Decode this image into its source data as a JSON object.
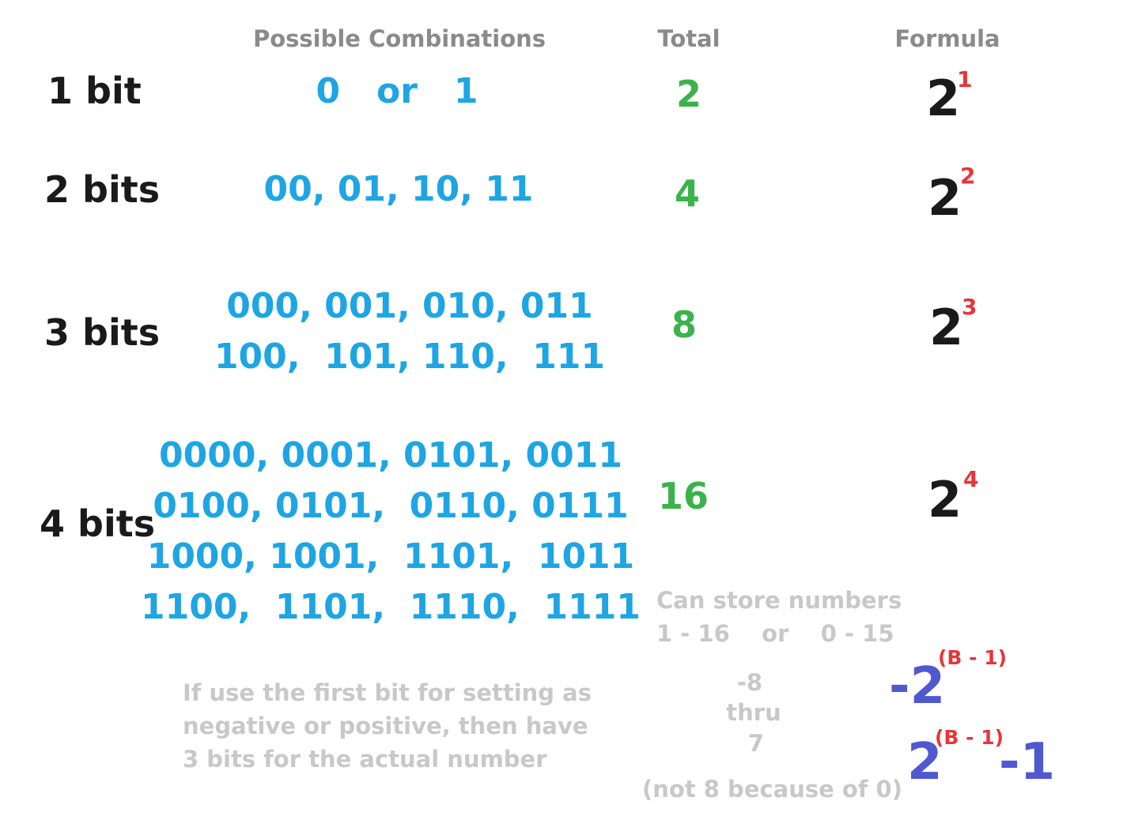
{
  "headers": {
    "combinations": "Possible Combinations",
    "total": "Total",
    "formula": "Formula"
  },
  "rows": [
    {
      "label": "1 bit",
      "combo_lines": [
        "0   or   1"
      ],
      "total": "2",
      "base": "2",
      "exponent": "1"
    },
    {
      "label": "2 bits",
      "combo_lines": [
        "00, 01, 10, 11"
      ],
      "total": "4",
      "base": "2",
      "exponent": "2"
    },
    {
      "label": "3 bits",
      "combo_lines": [
        "000, 001, 010, 011",
        "100,  101, 110,  111"
      ],
      "total": "8",
      "base": "2",
      "exponent": "3"
    },
    {
      "label": "4 bits",
      "combo_lines": [
        "0000, 0001, 0101, 0011",
        "0100, 0101,  0110, 0111",
        "1000, 1001,  1101,  1011",
        "1100,  1101,  1110,  1111"
      ],
      "total": "16",
      "base": "2",
      "exponent": "4"
    }
  ],
  "notes": {
    "store_line1": "Can store numbers",
    "store_line2": "1 - 16    or    0 - 15",
    "sign_note": [
      "If use the first bit for setting as",
      "negative or positive, then have",
      "3 bits for the actual number"
    ],
    "range_lines": [
      "-8",
      "thru",
      "7"
    ],
    "not_eight": "(not 8 because of 0)"
  },
  "signed_formulas": {
    "min_base": "-2",
    "min_exponent": "(B - 1)",
    "max_base": "2",
    "max_exponent": "(B - 1)",
    "max_suffix": "-1"
  },
  "colors": {
    "header": "#8a8a8a",
    "label": "#1a1a1a",
    "combination": "#1ea5e3",
    "total": "#3cb34a",
    "exponent": "#e8343c",
    "note": "#c8c8c8",
    "signed_formula": "#5058d0"
  }
}
